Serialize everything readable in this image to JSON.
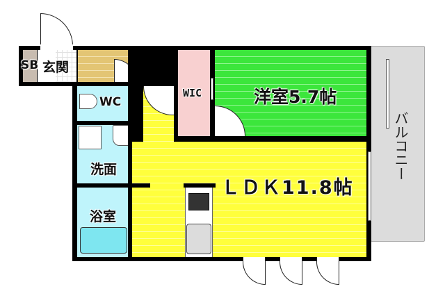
{
  "floorplan": {
    "rooms": {
      "sb": {
        "label": "SB"
      },
      "entrance": {
        "label": "玄関"
      },
      "wc": {
        "label": "WC"
      },
      "wic": {
        "label": "WIC"
      },
      "western_room": {
        "label": "洋室5.7帖"
      },
      "washroom": {
        "label": "洗面"
      },
      "bathroom": {
        "label": "浴室"
      },
      "ldk": {
        "label": "ＬＤＫ11.8帖"
      },
      "balcony": {
        "label": "バルコニー"
      }
    },
    "colors": {
      "ldk": "#ffff3c",
      "western_room": "#3ce63c",
      "corridor": "#e3c574",
      "wic": "#f8d0d0",
      "wet_areas": "#bff4fb",
      "balcony": "#dcdcdc",
      "sb": "#c8bcb0",
      "walls": "#000000"
    }
  }
}
